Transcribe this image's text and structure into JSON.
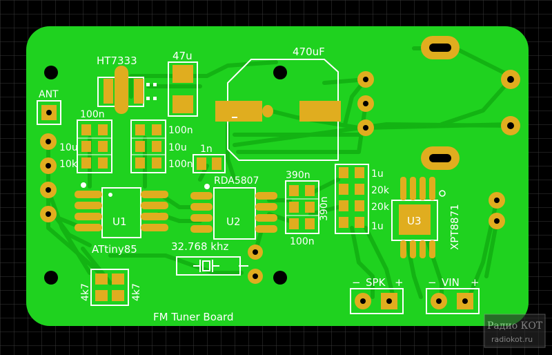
{
  "board": {
    "title": "FM Tuner Board",
    "colors": {
      "background": "#000000",
      "grid": "#3a3a3a",
      "board": "#1fd21f",
      "trace": "#13b313",
      "copper": "#e0ad1f",
      "silkscreen": "#ffffff",
      "hole": "#000000"
    }
  },
  "labels": {
    "ant": "ANT",
    "ht7333": "HT7333",
    "cap_47u": "47u",
    "cap_470uf": "470uF",
    "c_100n_top": "100n",
    "r_100n_right": "100n",
    "r_10u_left": "10u",
    "r_10k_left": "10k",
    "r_10u_right": "10u",
    "r_100n_right_low": "100n",
    "c_1n": "1n",
    "rda5807": "RDA5807",
    "c_390n_top": "390n",
    "c_390n_side": "390n",
    "c_100n_bottom": "100n",
    "r_1u": "1u",
    "r_20k_a": "20k",
    "r_20k_b": "20k",
    "r_1u_b": "1u",
    "u1": "U1",
    "u2": "U2",
    "u3": "U3",
    "attiny85": "ATtiny85",
    "crystal": "32.768 khz",
    "xpt8871": "XPT8871",
    "r_4k7_left": "4k7",
    "r_4k7_right": "4k7",
    "spk_minus": "−",
    "spk": "SPK",
    "spk_plus": "+",
    "vin_minus": "−",
    "vin": "VIN",
    "vin_plus": "+"
  },
  "watermark": {
    "line1": "Радио КОТ",
    "line2": "radiokot.ru"
  }
}
